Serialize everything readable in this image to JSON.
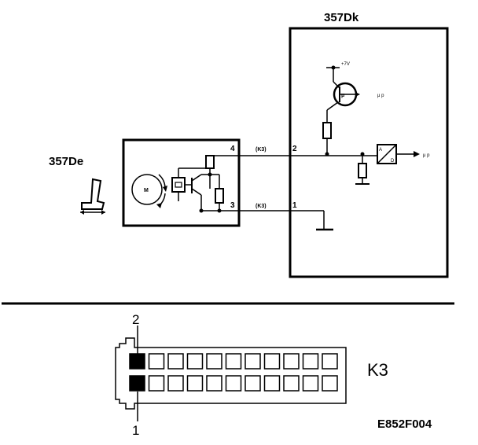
{
  "modules": {
    "dk_label": "357Dk",
    "de_label": "357De"
  },
  "wires": {
    "upper": {
      "pin_left": "4",
      "cable": "(K3)",
      "pin_right": "2"
    },
    "lower": {
      "pin_left": "3",
      "cable": "(K3)",
      "pin_right": "1"
    }
  },
  "components": {
    "motor_symbol": "M",
    "sensor_symbol": "μ",
    "processor_symbols": [
      "A",
      "D"
    ],
    "supply": "+7V",
    "up_label": "μ p"
  },
  "connector": {
    "name": "K3",
    "pin_top": "2",
    "pin_bottom": "1",
    "rows": 2,
    "cells_per_row": 11
  },
  "reference": "E852F004"
}
